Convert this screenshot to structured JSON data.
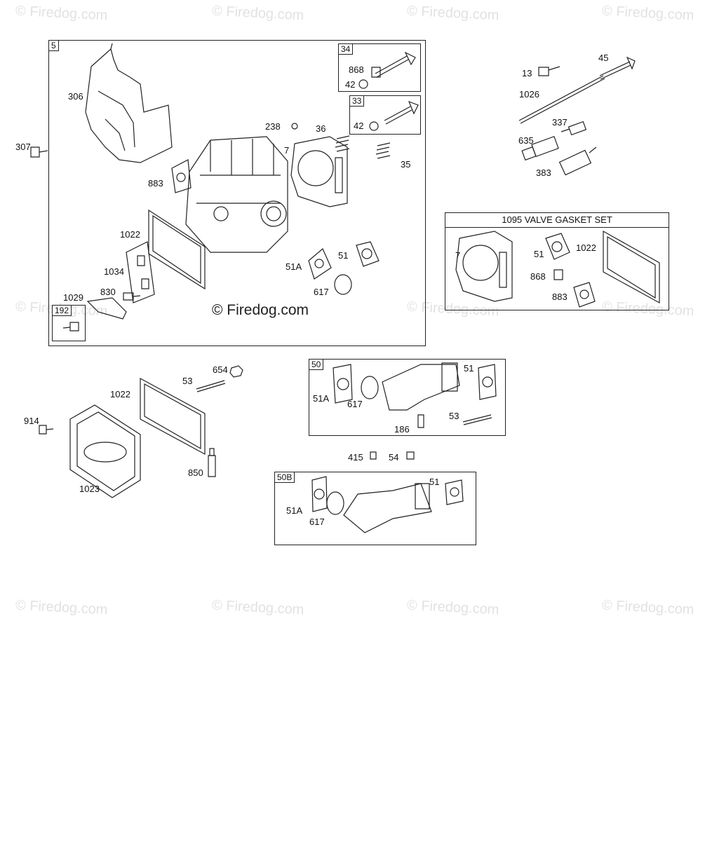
{
  "watermark": "© Firedog.com",
  "main_watermark": "© Firedog.com",
  "boxes": {
    "b5": "5",
    "b34": "34",
    "b33": "33",
    "b192": "192",
    "b50": "50",
    "b50b": "50B",
    "gasket_set_title": "1095 VALVE GASKET SET"
  },
  "labels": {
    "l306": "306",
    "l307": "307",
    "l883": "883",
    "l1022": "1022",
    "l1034": "1034",
    "l1029": "1029",
    "l830": "830",
    "l238": "238",
    "l36": "36",
    "l7": "7",
    "l35": "35",
    "l868": "868",
    "l42a": "42",
    "l42b": "42",
    "l51A": "51A",
    "l51": "51",
    "l617": "617",
    "l13": "13",
    "l45": "45",
    "l1026": "1026",
    "l337": "337",
    "l635": "635",
    "l383": "383",
    "g7": "7",
    "g51": "51",
    "g1022": "1022",
    "g868": "868",
    "g883": "883",
    "l914": "914",
    "l1022b": "1022",
    "l53": "53",
    "l654": "654",
    "l850": "850",
    "l1023": "1023",
    "c51A": "51A",
    "c617": "617",
    "c51": "51",
    "c186": "186",
    "c53": "53",
    "l415": "415",
    "l54": "54",
    "d51A": "51A",
    "d617": "617",
    "d51": "51"
  }
}
